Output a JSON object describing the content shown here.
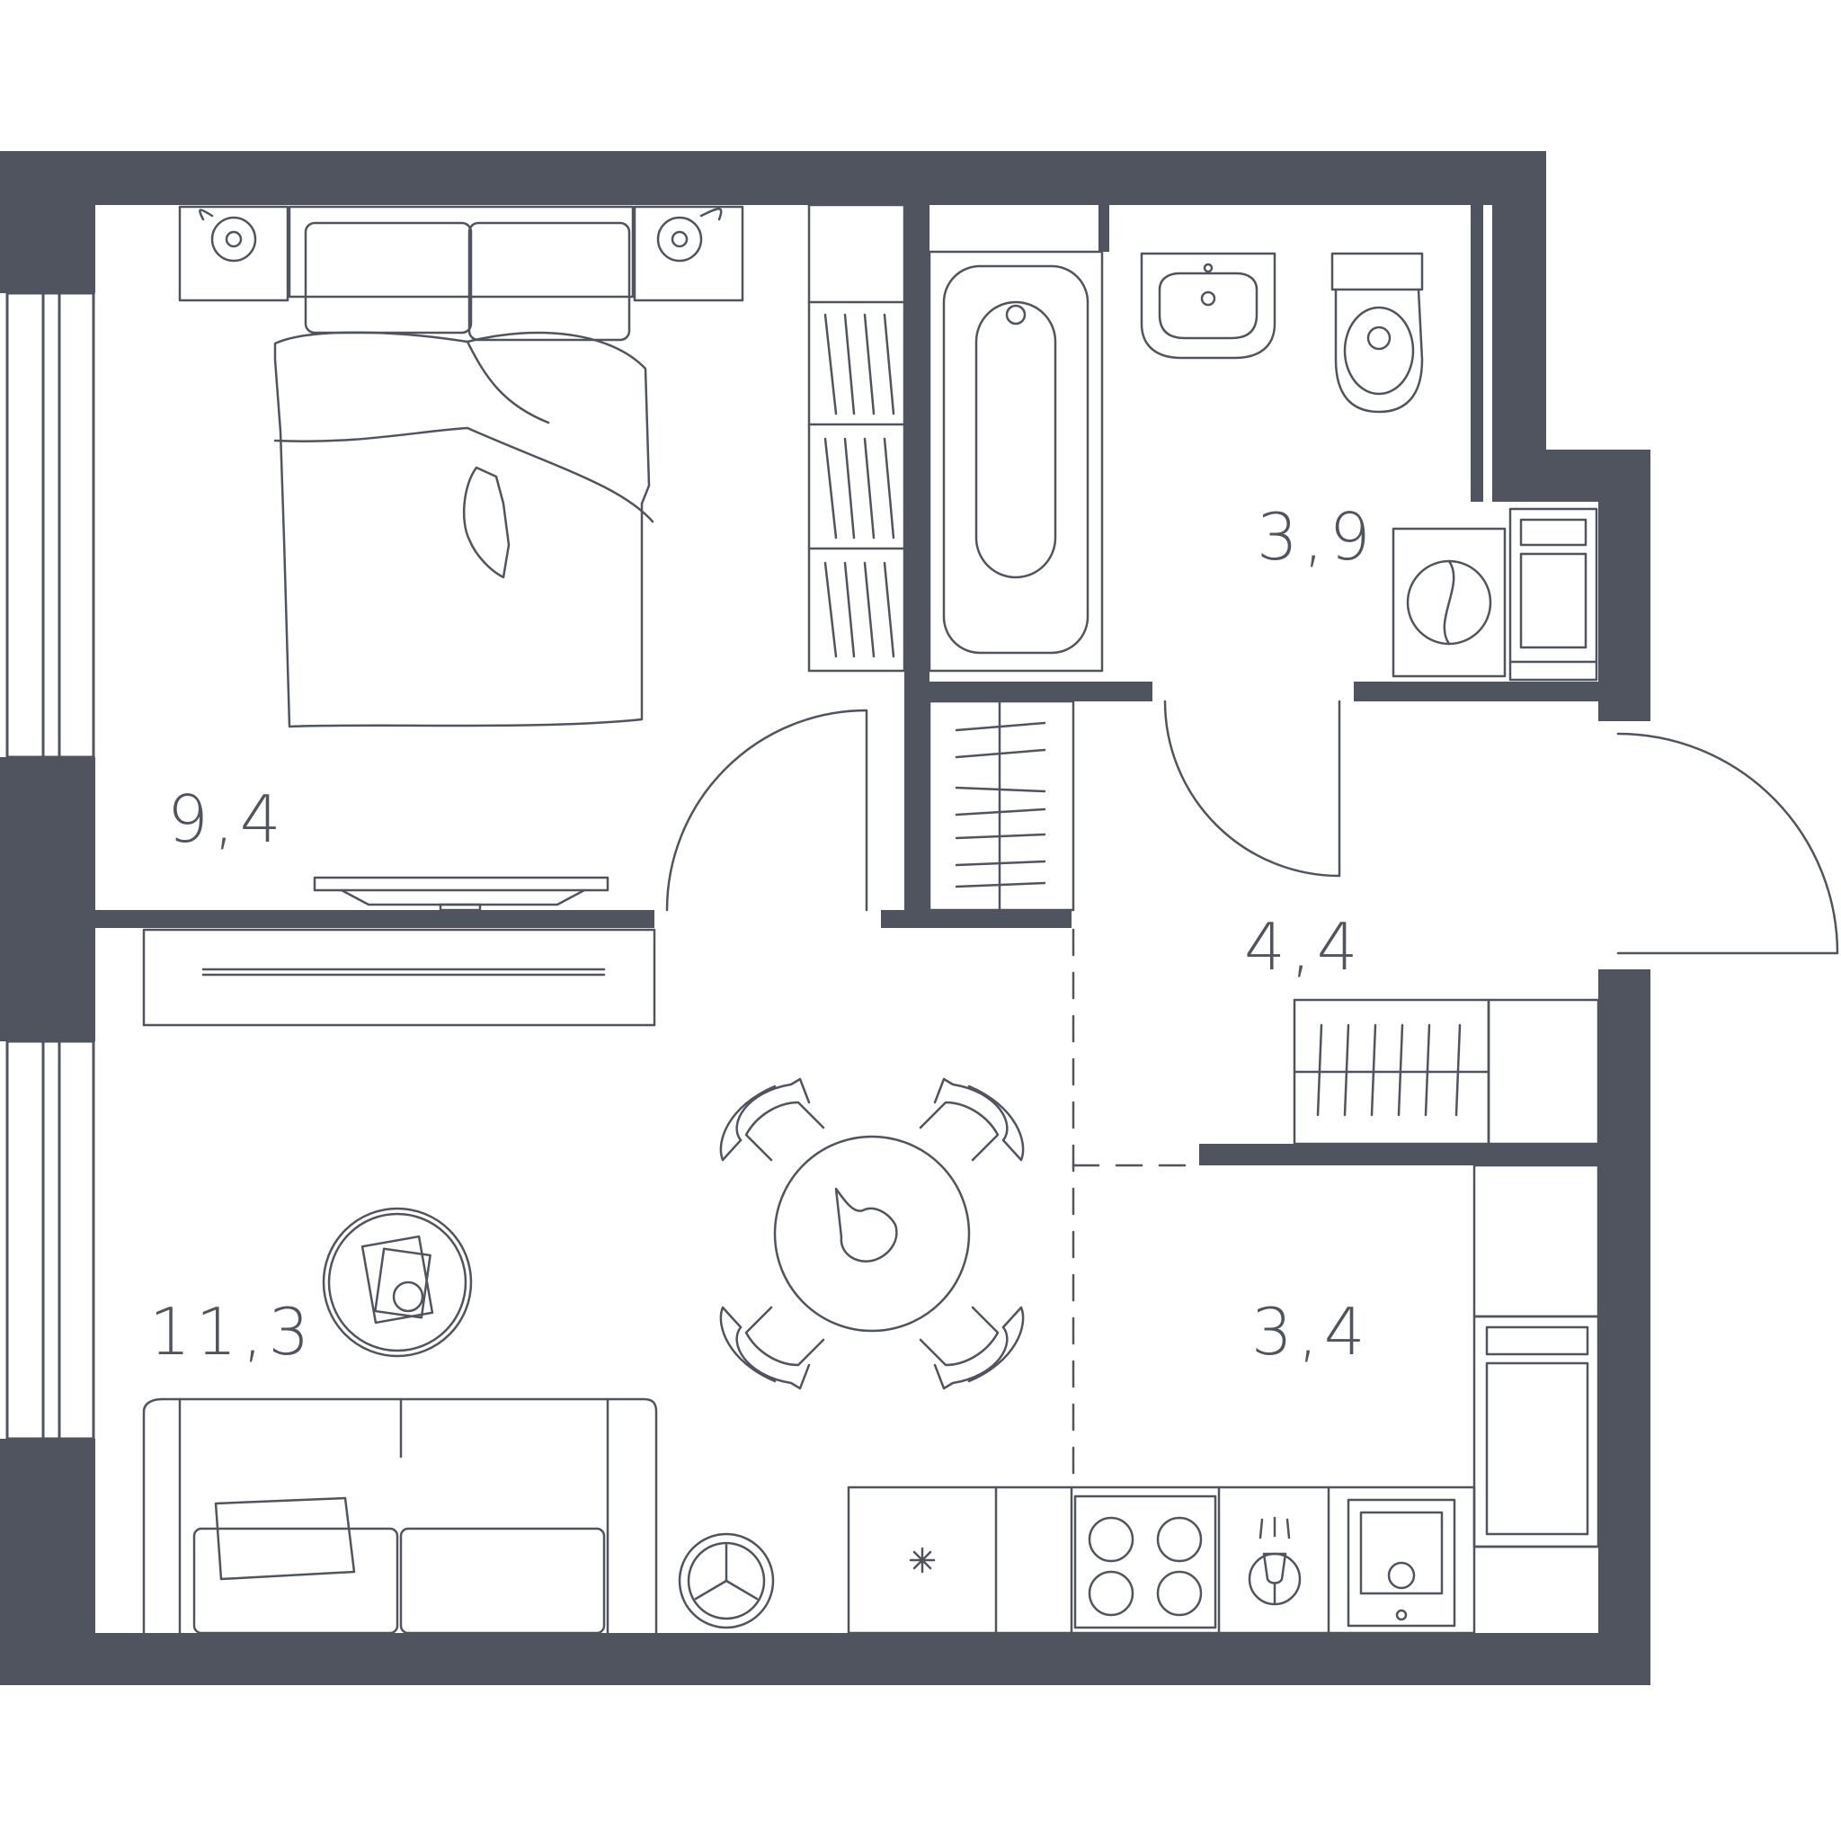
{
  "colors": {
    "wall": "#50545f",
    "line": "#50545f",
    "background": "#ffffff"
  },
  "rooms": {
    "bedroom": {
      "area": "9,4"
    },
    "bathroom": {
      "area": "3,9"
    },
    "hallway": {
      "area": "4,4"
    },
    "living": {
      "area": "11,3"
    },
    "kitchen": {
      "area": "3,4"
    }
  }
}
